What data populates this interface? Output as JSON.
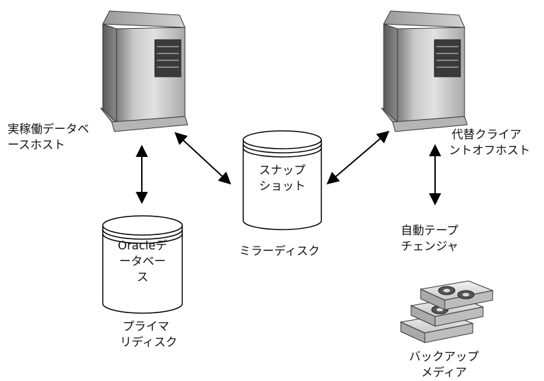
{
  "nodes": {
    "primary_host": {
      "line1": "実稼働データベ",
      "line2": "ースホスト"
    },
    "alternate_client_host": {
      "line1": "代替クライア",
      "line2": "ントオフホスト"
    },
    "snapshot_disk": {
      "line1": "スナップ",
      "line2": "ショット"
    },
    "mirror_disk": {
      "label": "ミラーディスク"
    },
    "oracle_db_disk": {
      "line1": "Oracleデ",
      "line2": "ータベー",
      "line3": "ス"
    },
    "primary_disk": {
      "line1": "プライマ",
      "line2": "リディスク"
    },
    "tape_changer": {
      "line1": "自動テープ",
      "line2": "チェンジャ"
    },
    "backup_media": {
      "line1": "バックアップ",
      "line2": "メディア"
    }
  },
  "edges": [
    {
      "from": "primary_host",
      "to": "oracle_db_disk",
      "direction": "both"
    },
    {
      "from": "primary_host",
      "to": "snapshot_disk",
      "direction": "both"
    },
    {
      "from": "snapshot_disk",
      "to": "alternate_client_host",
      "direction": "both"
    },
    {
      "from": "alternate_client_host",
      "to": "tape_changer",
      "direction": "both"
    }
  ]
}
